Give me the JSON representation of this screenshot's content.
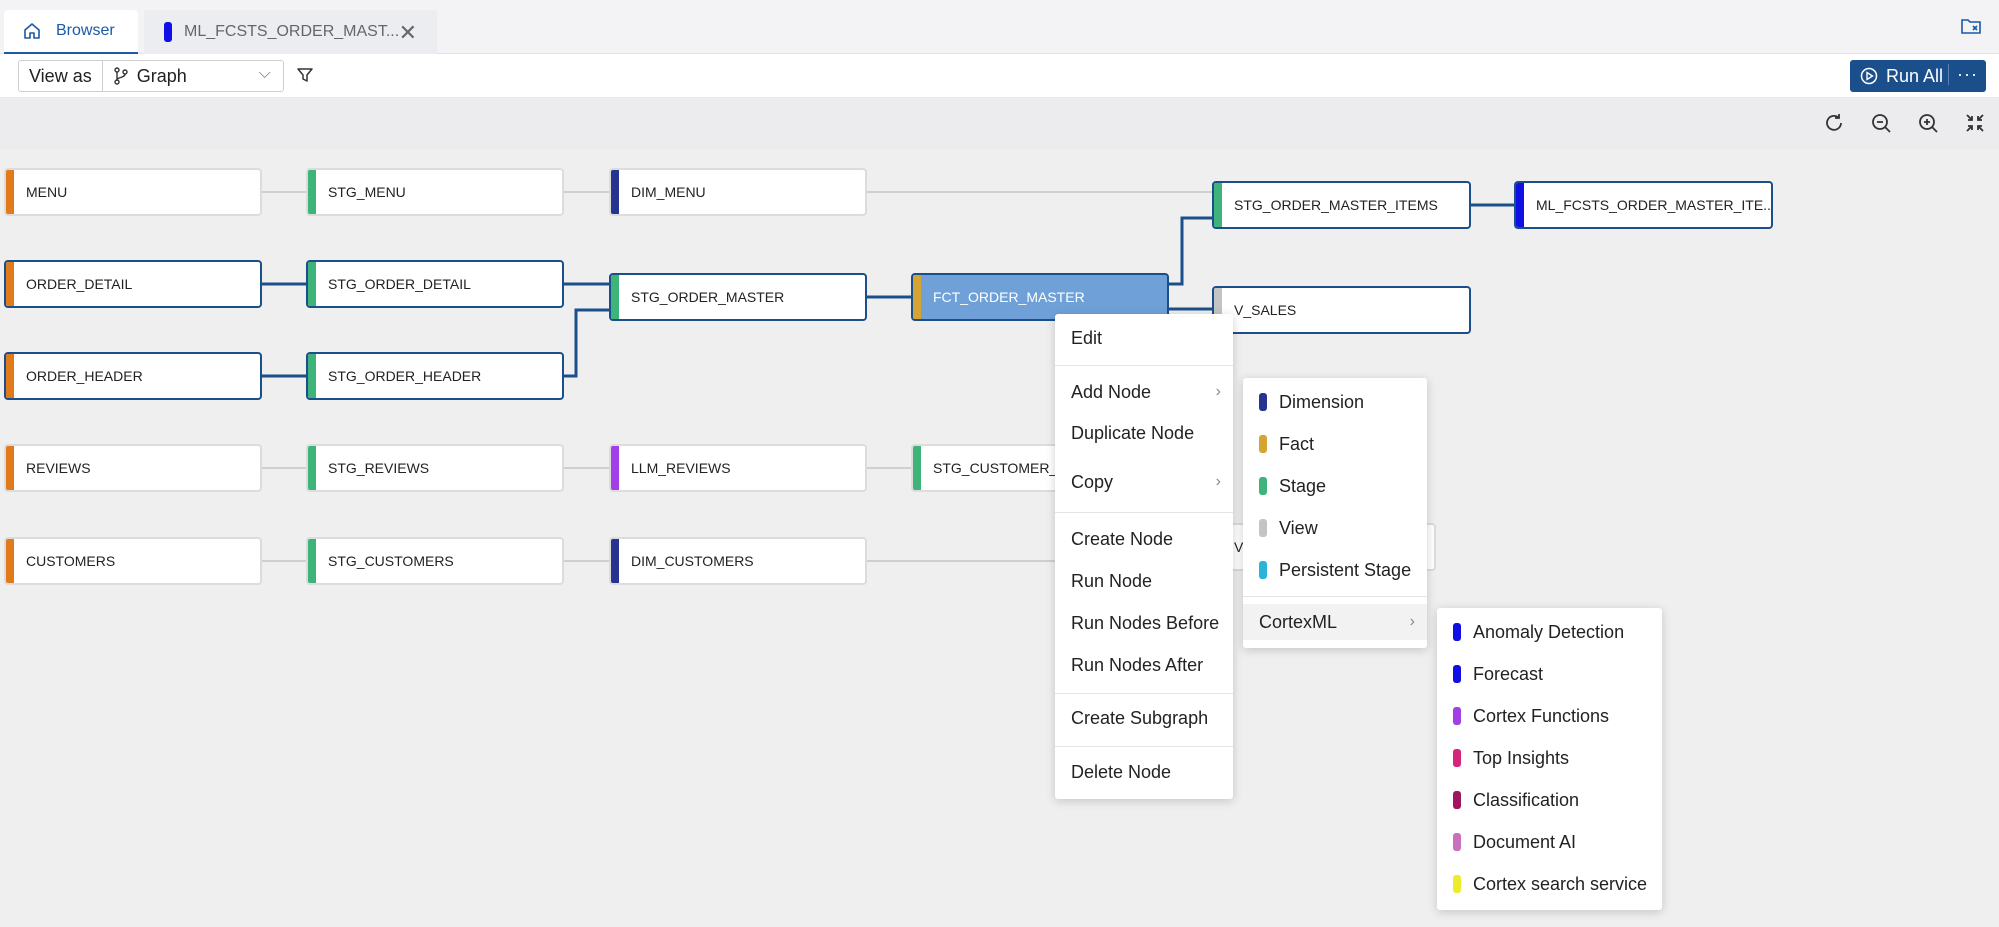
{
  "tabs": {
    "browser_label": "Browser",
    "active_label": "ML_FCSTS_ORDER_MAST..."
  },
  "toolbar": {
    "view_as_label": "View as",
    "view_mode": "Graph",
    "run_all_label": "Run All"
  },
  "nodes": [
    {
      "label": "MENU",
      "color": "#e07a1a"
    },
    {
      "label": "ORDER_DETAIL",
      "color": "#e07a1a"
    },
    {
      "label": "ORDER_HEADER",
      "color": "#e07a1a"
    },
    {
      "label": "REVIEWS",
      "color": "#e07a1a"
    },
    {
      "label": "CUSTOMERS",
      "color": "#e07a1a"
    },
    {
      "label": "STG_MENU",
      "color": "#3fb47a"
    },
    {
      "label": "STG_ORDER_DETAIL",
      "color": "#3fb47a"
    },
    {
      "label": "STG_ORDER_HEADER",
      "color": "#3fb47a"
    },
    {
      "label": "STG_REVIEWS",
      "color": "#3fb47a"
    },
    {
      "label": "STG_CUSTOMERS",
      "color": "#3fb47a"
    },
    {
      "label": "DIM_MENU",
      "color": "#26338f"
    },
    {
      "label": "STG_ORDER_MASTER",
      "color": "#3fb47a"
    },
    {
      "label": "LLM_REVIEWS",
      "color": "#a040e6"
    },
    {
      "label": "DIM_CUSTOMERS",
      "color": "#26338f"
    },
    {
      "label": "FCT_ORDER_MASTER",
      "color": "#d6a335"
    },
    {
      "label": "STG_CUSTOMER_S",
      "color": "#3fb47a"
    },
    {
      "label": "STG_ORDER_MASTER_ITEMS",
      "color": "#3fb47a"
    },
    {
      "label": "V_SALES",
      "color": "#c4c4c4"
    },
    {
      "label": "V",
      "color": "#c4c4c4"
    },
    {
      "label": "ML_FCSTS_ORDER_MASTER_ITE...",
      "color": "#1010e6"
    }
  ],
  "context_menu": {
    "edit": "Edit",
    "add_node": "Add Node",
    "duplicate_node": "Duplicate Node",
    "copy": "Copy",
    "create_node": "Create Node",
    "run_node": "Run Node",
    "run_nodes_before": "Run Nodes Before",
    "run_nodes_after": "Run Nodes After",
    "create_subgraph": "Create Subgraph",
    "delete_node": "Delete Node"
  },
  "add_node_menu": {
    "items": [
      {
        "label": "Dimension",
        "color": "#26338f"
      },
      {
        "label": "Fact",
        "color": "#d6a335"
      },
      {
        "label": "Stage",
        "color": "#3fb47a"
      },
      {
        "label": "View",
        "color": "#c4c4c4"
      },
      {
        "label": "Persistent Stage",
        "color": "#2bb3d9"
      }
    ],
    "cortexml": "CortexML"
  },
  "cortexml_menu": {
    "items": [
      {
        "label": "Anomaly Detection",
        "color": "#1010e6"
      },
      {
        "label": "Forecast",
        "color": "#1010e6"
      },
      {
        "label": "Cortex Functions",
        "color": "#a040e6"
      },
      {
        "label": "Top Insights",
        "color": "#d4267a"
      },
      {
        "label": "Classification",
        "color": "#a0165e"
      },
      {
        "label": "Document AI",
        "color": "#c86fc0"
      },
      {
        "label": "Cortex search service",
        "color": "#ecec2a"
      }
    ]
  }
}
